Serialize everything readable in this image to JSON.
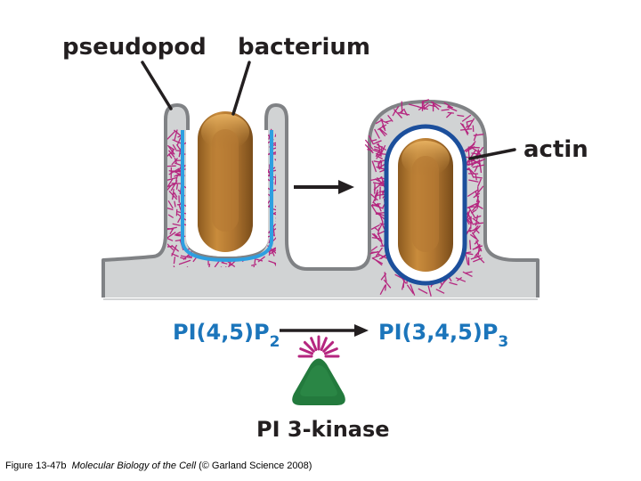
{
  "labels": {
    "pseudopod": "pseudopod",
    "bacterium": "bacterium",
    "actin": "actin",
    "pi45p2_main": "PI(4,5)P",
    "pi45p2_sub": "2",
    "pi345p3_main": "PI(3,4,5)P",
    "pi345p3_sub": "3",
    "kinase": "PI 3-kinase"
  },
  "caption": {
    "figure": "Figure 13-47b",
    "book": "Molecular Biology of the Cell",
    "credit": "(© Garland Science 2008)"
  },
  "colors": {
    "membrane": "#d1d3d4",
    "membrane_edge": "#808285",
    "actin": "#b5267f",
    "light_blue": "#2e9fe0",
    "dark_blue": "#1c4f9c",
    "bacterium": "#a8722e",
    "bacterium_light": "#d9a24e",
    "kinase": "#237a3d",
    "label_blue": "#1b75bb"
  }
}
